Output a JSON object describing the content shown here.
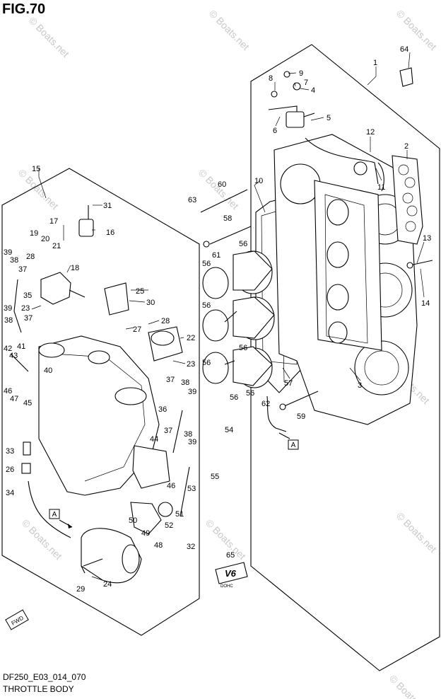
{
  "figure": {
    "title": "FIG.70",
    "model_code": "DF250_E03_014_070",
    "section_name": "THROTTLE BODY"
  },
  "watermark": {
    "text": "© Boats.net",
    "color": "#c9c9c9"
  },
  "badge": {
    "text": "V6",
    "caption": "DOHC"
  },
  "fwd_badge": {
    "text": "FWD"
  },
  "references": [
    {
      "id": "ref-a-right",
      "label": "A"
    },
    {
      "id": "ref-a-left",
      "label": "A"
    }
  ],
  "callouts": [
    {
      "n": "1"
    },
    {
      "n": "2"
    },
    {
      "n": "3"
    },
    {
      "n": "4"
    },
    {
      "n": "5"
    },
    {
      "n": "6"
    },
    {
      "n": "7"
    },
    {
      "n": "8"
    },
    {
      "n": "9"
    },
    {
      "n": "10"
    },
    {
      "n": "11"
    },
    {
      "n": "12"
    },
    {
      "n": "13"
    },
    {
      "n": "14"
    },
    {
      "n": "15"
    },
    {
      "n": "16"
    },
    {
      "n": "17"
    },
    {
      "n": "18"
    },
    {
      "n": "19"
    },
    {
      "n": "20"
    },
    {
      "n": "21"
    },
    {
      "n": "22"
    },
    {
      "n": "23"
    },
    {
      "n": "23"
    },
    {
      "n": "24"
    },
    {
      "n": "25"
    },
    {
      "n": "26"
    },
    {
      "n": "27"
    },
    {
      "n": "28"
    },
    {
      "n": "28"
    },
    {
      "n": "29"
    },
    {
      "n": "30"
    },
    {
      "n": "31"
    },
    {
      "n": "32"
    },
    {
      "n": "33"
    },
    {
      "n": "34"
    },
    {
      "n": "35"
    },
    {
      "n": "36"
    },
    {
      "n": "37"
    },
    {
      "n": "37"
    },
    {
      "n": "37"
    },
    {
      "n": "37"
    },
    {
      "n": "38"
    },
    {
      "n": "38"
    },
    {
      "n": "38"
    },
    {
      "n": "38"
    },
    {
      "n": "39"
    },
    {
      "n": "39"
    },
    {
      "n": "39"
    },
    {
      "n": "39"
    },
    {
      "n": "40"
    },
    {
      "n": "41"
    },
    {
      "n": "42"
    },
    {
      "n": "43"
    },
    {
      "n": "44"
    },
    {
      "n": "45"
    },
    {
      "n": "46"
    },
    {
      "n": "46"
    },
    {
      "n": "47"
    },
    {
      "n": "48"
    },
    {
      "n": "49"
    },
    {
      "n": "50"
    },
    {
      "n": "51"
    },
    {
      "n": "52"
    },
    {
      "n": "53"
    },
    {
      "n": "54"
    },
    {
      "n": "55"
    },
    {
      "n": "56"
    },
    {
      "n": "56"
    },
    {
      "n": "56"
    },
    {
      "n": "56"
    },
    {
      "n": "56"
    },
    {
      "n": "56"
    },
    {
      "n": "56"
    },
    {
      "n": "57"
    },
    {
      "n": "58"
    },
    {
      "n": "59"
    },
    {
      "n": "60"
    },
    {
      "n": "61"
    },
    {
      "n": "62"
    },
    {
      "n": "63"
    },
    {
      "n": "64"
    },
    {
      "n": "65"
    }
  ]
}
